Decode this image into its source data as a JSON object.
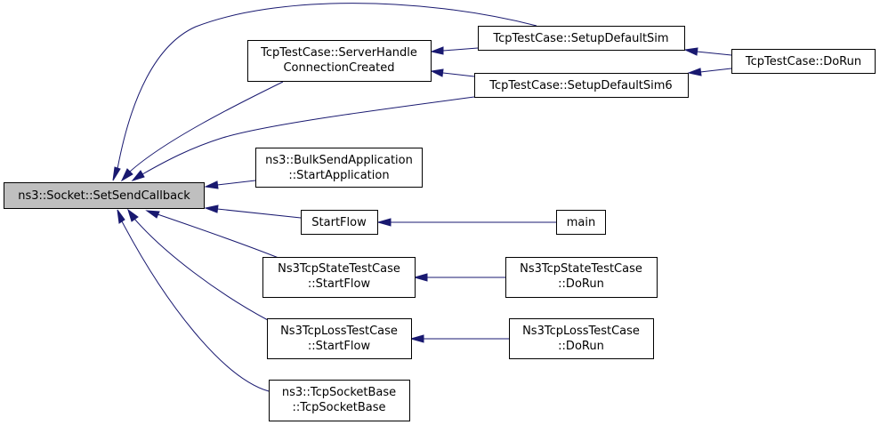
{
  "nodes": {
    "root": [
      "ns3::Socket::SetSendCallback"
    ],
    "server_handle": [
      "TcpTestCase::ServerHandle",
      "ConnectionCreated"
    ],
    "setup_default_sim": [
      "TcpTestCase::SetupDefaultSim"
    ],
    "setup_default_sim6": [
      "TcpTestCase::SetupDefaultSim6"
    ],
    "tcp_do_run": [
      "TcpTestCase::DoRun"
    ],
    "bulk_send": [
      "ns3::BulkSendApplication",
      "::StartApplication"
    ],
    "start_flow": [
      "StartFlow"
    ],
    "main": [
      "main"
    ],
    "state_start_flow": [
      "Ns3TcpStateTestCase",
      "::StartFlow"
    ],
    "state_do_run": [
      "Ns3TcpStateTestCase",
      "::DoRun"
    ],
    "loss_start_flow": [
      "Ns3TcpLossTestCase",
      "::StartFlow"
    ],
    "loss_do_run": [
      "Ns3TcpLossTestCase",
      "::DoRun"
    ],
    "tcp_socket_base": [
      "ns3::TcpSocketBase",
      "::TcpSocketBase"
    ]
  },
  "edges": [
    [
      "server_handle",
      "root"
    ],
    [
      "setup_default_sim",
      "root"
    ],
    [
      "setup_default_sim6",
      "root"
    ],
    [
      "bulk_send",
      "root"
    ],
    [
      "start_flow",
      "root"
    ],
    [
      "state_start_flow",
      "root"
    ],
    [
      "loss_start_flow",
      "root"
    ],
    [
      "tcp_socket_base",
      "root"
    ],
    [
      "setup_default_sim",
      "server_handle"
    ],
    [
      "setup_default_sim6",
      "server_handle"
    ],
    [
      "tcp_do_run",
      "setup_default_sim"
    ],
    [
      "tcp_do_run",
      "setup_default_sim6"
    ],
    [
      "main",
      "start_flow"
    ],
    [
      "state_do_run",
      "state_start_flow"
    ],
    [
      "loss_do_run",
      "loss_start_flow"
    ]
  ],
  "colors": {
    "edge": "#191970",
    "root_fill": "#bfbfbf",
    "node_fill": "#ffffff",
    "node_border": "#000000"
  }
}
